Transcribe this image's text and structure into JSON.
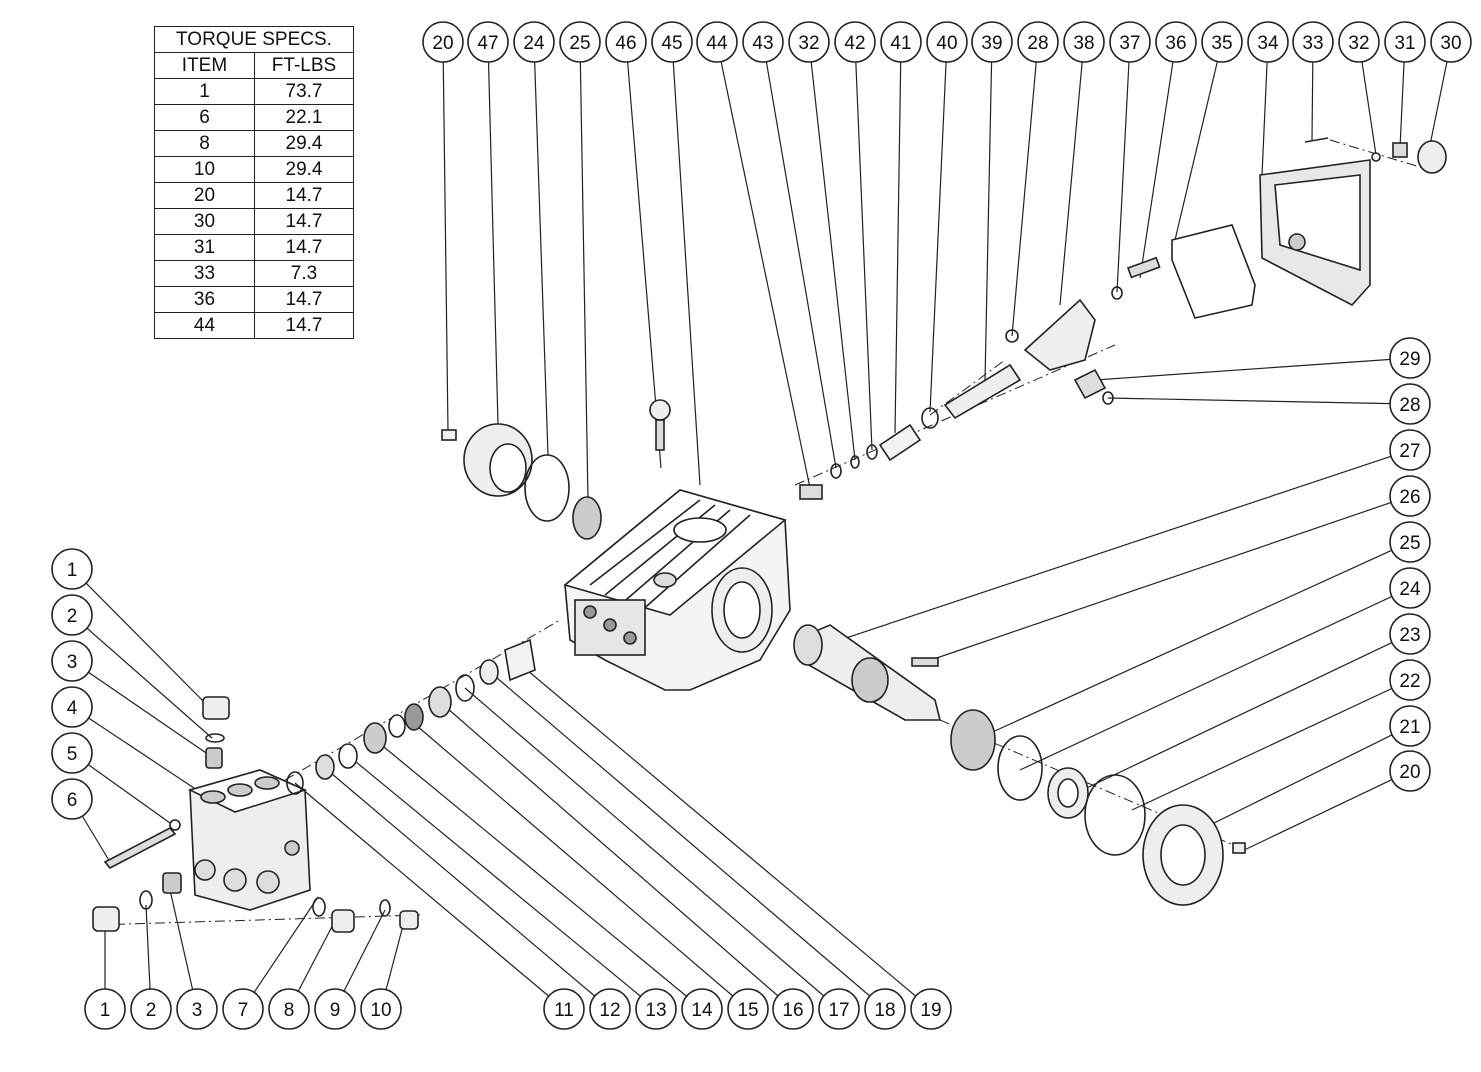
{
  "torque_table": {
    "title": "TORQUE SPECS.",
    "headers": [
      "ITEM",
      "FT-LBS"
    ],
    "rows": [
      [
        "1",
        "73.7"
      ],
      [
        "6",
        "22.1"
      ],
      [
        "8",
        "29.4"
      ],
      [
        "10",
        "29.4"
      ],
      [
        "20",
        "14.7"
      ],
      [
        "30",
        "14.7"
      ],
      [
        "31",
        "14.7"
      ],
      [
        "33",
        "7.3"
      ],
      [
        "36",
        "14.7"
      ],
      [
        "44",
        "14.7"
      ]
    ]
  },
  "callouts": {
    "top": [
      "20",
      "47",
      "24",
      "25",
      "46",
      "45",
      "44",
      "43",
      "32",
      "42",
      "41",
      "40",
      "39",
      "28",
      "38",
      "37",
      "36",
      "35",
      "34",
      "33",
      "32",
      "31",
      "30"
    ],
    "right": [
      "29",
      "28",
      "27",
      "26",
      "25",
      "24",
      "23",
      "22",
      "21",
      "20"
    ],
    "left": [
      "1",
      "2",
      "3",
      "4",
      "5",
      "6"
    ],
    "bottom": [
      "1",
      "2",
      "3",
      "7",
      "8",
      "9",
      "10",
      "11",
      "12",
      "13",
      "14",
      "15",
      "16",
      "17",
      "18",
      "19"
    ]
  }
}
